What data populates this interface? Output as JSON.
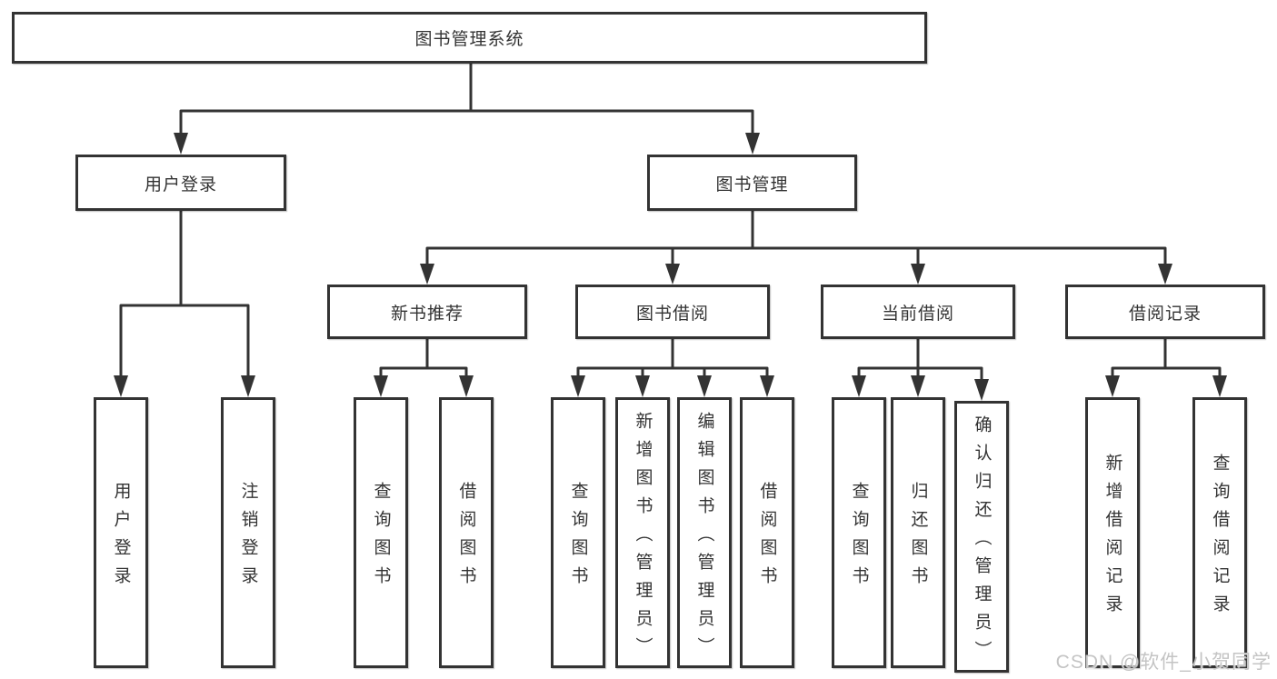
{
  "tree": {
    "label": "图书管理系统",
    "children": [
      {
        "label": "用户登录",
        "children": [
          {
            "label": "用户登录"
          },
          {
            "label": "注销登录"
          }
        ]
      },
      {
        "label": "图书管理",
        "children": [
          {
            "label": "新书推荐",
            "children": [
              {
                "label": "查询图书"
              },
              {
                "label": "借阅图书"
              }
            ]
          },
          {
            "label": "图书借阅",
            "children": [
              {
                "label": "查询图书"
              },
              {
                "label": "新增图书（管理员）"
              },
              {
                "label": "编辑图书（管理员）"
              },
              {
                "label": "借阅图书"
              }
            ]
          },
          {
            "label": "当前借阅",
            "children": [
              {
                "label": "查询图书"
              },
              {
                "label": "归还图书"
              },
              {
                "label": "确认归还（管理员）"
              }
            ]
          },
          {
            "label": "借阅记录",
            "children": [
              {
                "label": "新增借阅记录"
              },
              {
                "label": "查询借阅记录"
              }
            ]
          }
        ]
      }
    ]
  },
  "watermark": "CSDN @软件_小贺同学",
  "colors": {
    "line": "#333333",
    "box_border": "#333333",
    "box_fill": "#ffffff",
    "text": "#333333",
    "watermark": "#c4c4c4",
    "background": "#ffffff"
  }
}
